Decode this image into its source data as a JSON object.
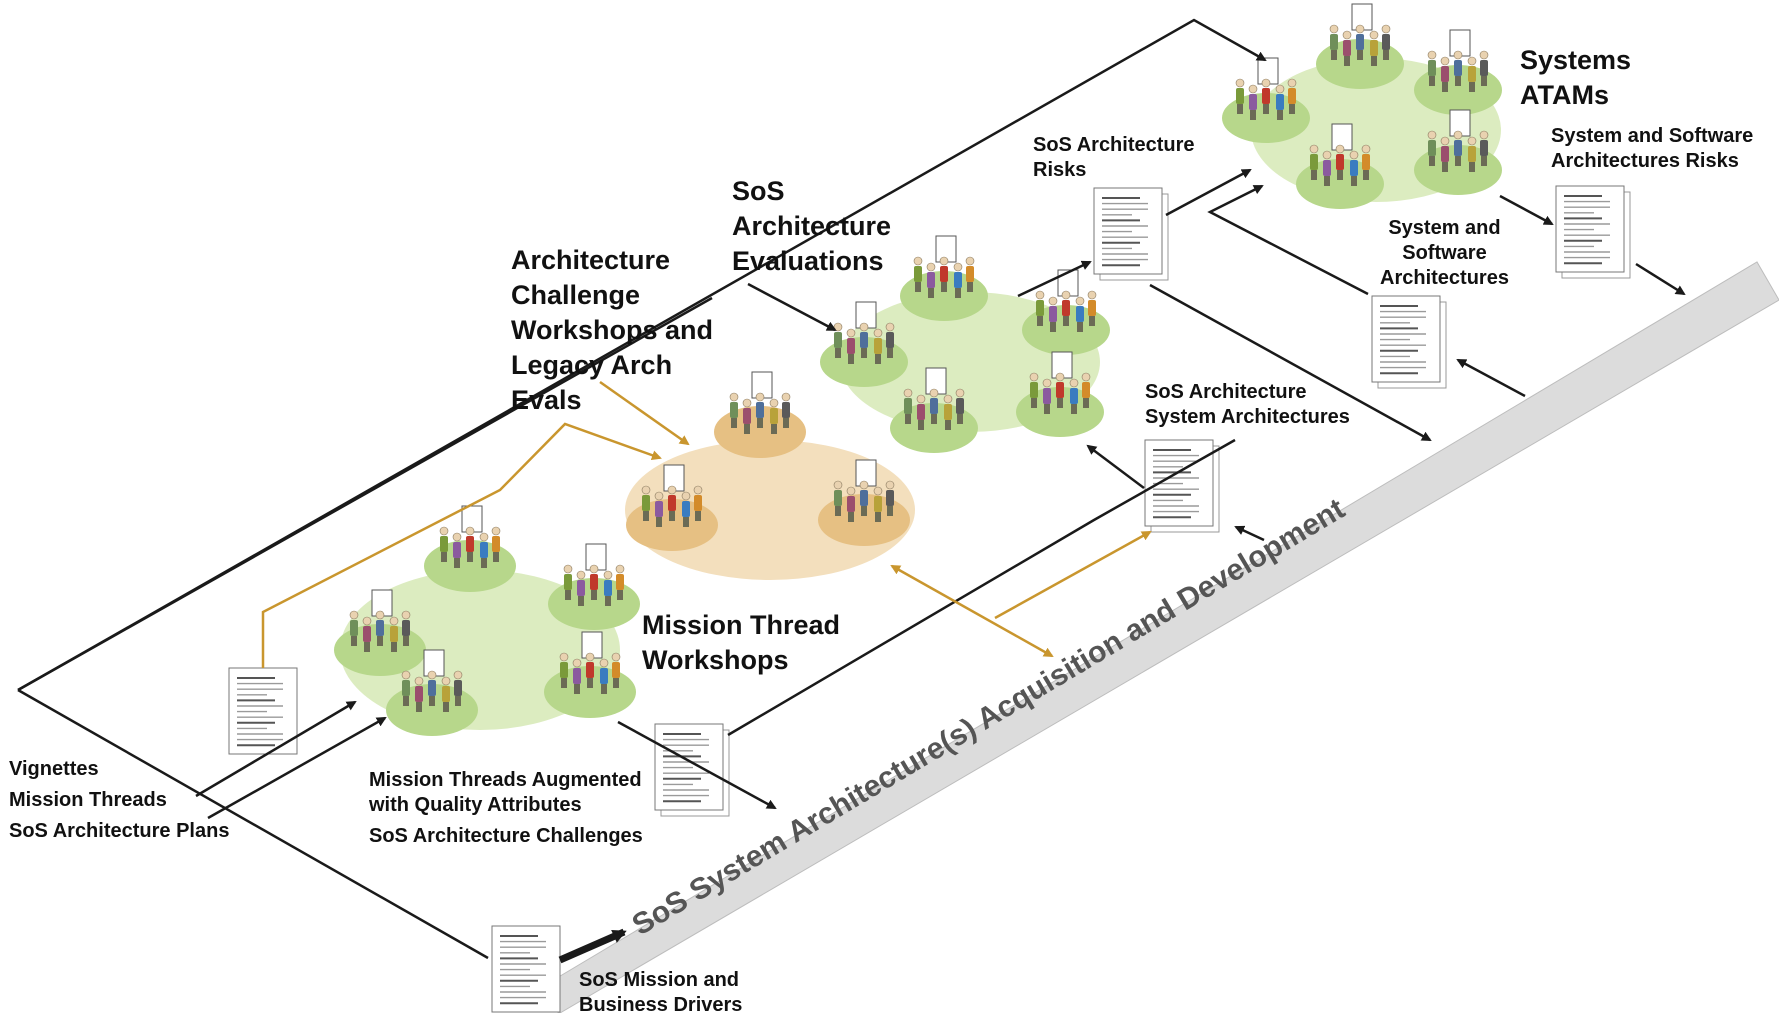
{
  "title": "",
  "band_label": "SoS System Architecture(s) Acquisition and Development",
  "nodes": {
    "mission_thread_workshops": {
      "lines": [
        "Mission Thread",
        "Workshops"
      ]
    },
    "challenge_workshops": {
      "lines": [
        "Architecture",
        "Challenge",
        "Workshops and",
        "Legacy Arch",
        "Evals"
      ]
    },
    "sos_evaluations": {
      "lines": [
        "SoS",
        "Architecture",
        "Evaluations"
      ]
    },
    "systems_atams": {
      "lines": [
        "Systems",
        "ATAMs"
      ]
    }
  },
  "artifacts": {
    "inputs": {
      "lines": [
        "Vignettes",
        "Mission Threads",
        "SoS Architecture Plans"
      ]
    },
    "mission_drivers": {
      "lines": [
        "SoS Mission and",
        "Business Drivers"
      ]
    },
    "mt_augmented": {
      "lines": [
        "Mission Threads Augmented",
        "with Quality Attributes"
      ]
    },
    "sos_challenges": {
      "lines": [
        "SoS Architecture Challenges"
      ]
    },
    "sos_arch_system_archs": {
      "lines": [
        "SoS Architecture",
        "System Architectures"
      ]
    },
    "sos_arch_risks": {
      "lines": [
        "SoS Architecture",
        "Risks"
      ]
    },
    "sys_sw_archs": {
      "lines": [
        "System and",
        "Software",
        "Architectures"
      ]
    },
    "sys_sw_arch_risks": {
      "lines": [
        "System and Software",
        "Architectures Risks"
      ]
    }
  },
  "colors": {
    "arrow_black": "#1a1a1a",
    "arrow_gold": "#c9962e",
    "green_zone": "#dcecc0",
    "green_group": "#b7d78b",
    "tan_zone": "#f3dfbd",
    "tan_group": "#e6c083",
    "band_fill": "#dcdcdc"
  }
}
